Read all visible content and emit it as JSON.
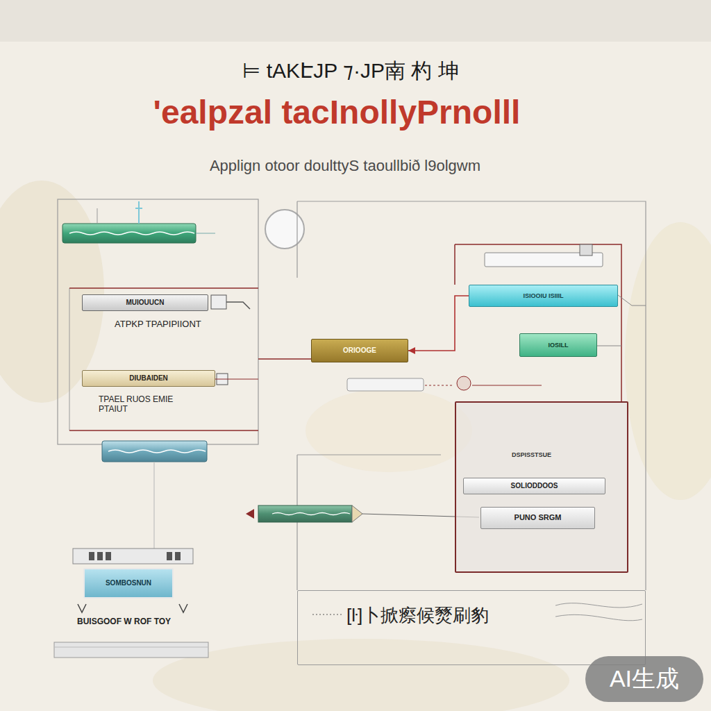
{
  "diagram": {
    "title": "'ealpzal tacInollyPrnolll",
    "nodes": [
      {
        "text": [
          "ATPKP TPAPIPIIONT"
        ]
      },
      {
        "text": [
          "MUIOUUCN"
        ],
        "in": 0
      },
      {
        "text": [
          "ISIOOIU ISIIIL"
        ]
      },
      {
        "text": [
          "IOSILL"
        ]
      },
      {
        "text": [
          "ORIOOGE"
        ]
      },
      {
        "text": [
          "TPAEL RUOS EMIE PTAIUT"
        ]
      },
      {
        "text": [
          "DIUBAIDEN"
        ],
        "in": 5
      },
      {
        "text": [
          "DSPISSTSUE"
        ]
      },
      {
        "text": [
          "SOLIODDOOS"
        ],
        "in": 7
      },
      {
        "text": [
          "PUNO SRGM"
        ],
        "in": 7
      },
      {
        "text": [
          "BUISGOOF W ROF TOY"
        ]
      },
      {
        "text": [
          "SOMBOSNUN"
        ],
        "in": 10
      },
      {
        "text": [
          "[ŀ]卜掀瘵候燹刷豹"
        ]
      }
    ],
    "edges": [
      {
        "from": 5,
        "to": 4,
        "arrow": "none"
      },
      {
        "from": 2,
        "to": 4,
        "arrow": "to"
      }
    ],
    "labels": [
      "⊨ tAKԷJP ⁊·JP南 杓 坤",
      "Applign otoor doulttyS taoullbið Ɩ9olgwm",
      "AI生成"
    ]
  }
}
